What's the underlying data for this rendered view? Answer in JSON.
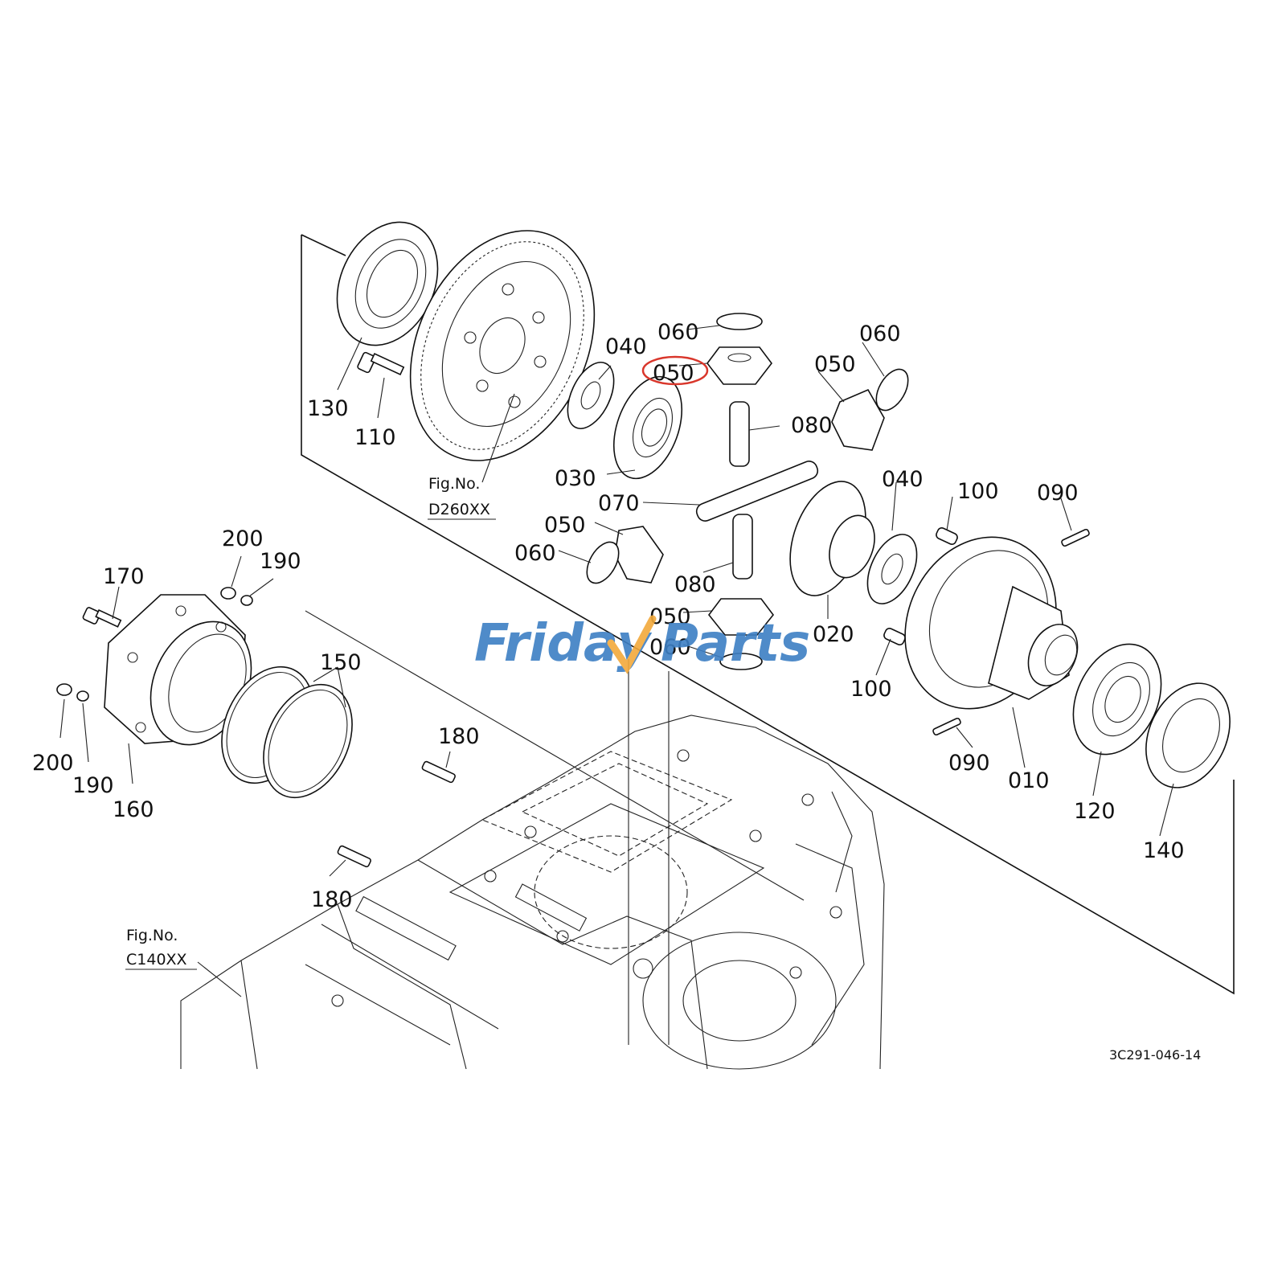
{
  "diagram": {
    "callouts": [
      {
        "id": "lbl-130",
        "text": "130"
      },
      {
        "id": "lbl-110",
        "text": "110"
      },
      {
        "id": "lbl-040a",
        "text": "040"
      },
      {
        "id": "lbl-060a",
        "text": "060"
      },
      {
        "id": "lbl-050a",
        "text": "050"
      },
      {
        "id": "lbl-060b",
        "text": "060"
      },
      {
        "id": "lbl-050b",
        "text": "050"
      },
      {
        "id": "lbl-080a",
        "text": "080"
      },
      {
        "id": "lbl-030",
        "text": "030"
      },
      {
        "id": "lbl-070",
        "text": "070"
      },
      {
        "id": "lbl-050c",
        "text": "050"
      },
      {
        "id": "lbl-060c",
        "text": "060"
      },
      {
        "id": "lbl-080b",
        "text": "080"
      },
      {
        "id": "lbl-050d",
        "text": "050"
      },
      {
        "id": "lbl-060d",
        "text": "060"
      },
      {
        "id": "lbl-020",
        "text": "020"
      },
      {
        "id": "lbl-040b",
        "text": "040"
      },
      {
        "id": "lbl-100a",
        "text": "100"
      },
      {
        "id": "lbl-090a",
        "text": "090"
      },
      {
        "id": "lbl-100b",
        "text": "100"
      },
      {
        "id": "lbl-090b",
        "text": "090"
      },
      {
        "id": "lbl-010",
        "text": "010"
      },
      {
        "id": "lbl-120",
        "text": "120"
      },
      {
        "id": "lbl-140",
        "text": "140"
      },
      {
        "id": "lbl-200a",
        "text": "200"
      },
      {
        "id": "lbl-190a",
        "text": "190"
      },
      {
        "id": "lbl-170",
        "text": "170"
      },
      {
        "id": "lbl-150",
        "text": "150"
      },
      {
        "id": "lbl-200b",
        "text": "200"
      },
      {
        "id": "lbl-190b",
        "text": "190"
      },
      {
        "id": "lbl-160",
        "text": "160"
      },
      {
        "id": "lbl-180a",
        "text": "180"
      },
      {
        "id": "lbl-180b",
        "text": "180"
      }
    ],
    "fig_refs": [
      {
        "line1": "Fig.No.",
        "line2": "D260XX"
      },
      {
        "line1": "Fig.No.",
        "line2": "C140XX"
      }
    ],
    "drawing_code": "3C291-046-14",
    "highlight_color": "#d9362b"
  },
  "watermark": {
    "part1": "Friday",
    "part2": "Parts",
    "color_main": "#3d7fc4",
    "color_accent": "#f2a93b"
  }
}
